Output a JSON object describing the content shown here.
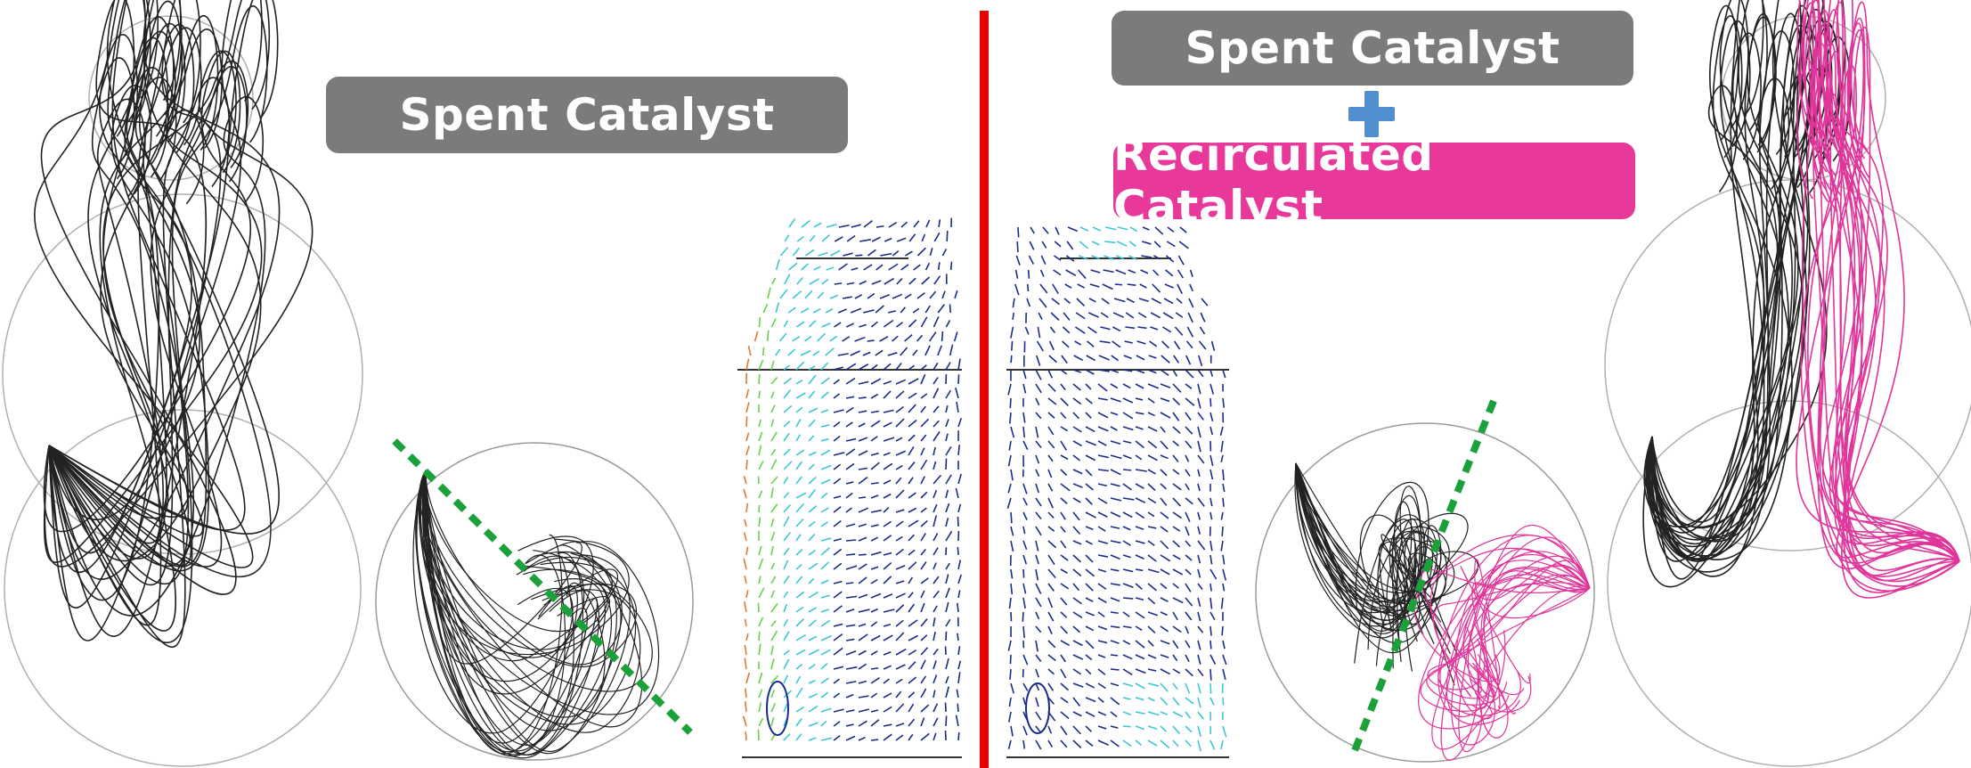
{
  "labels": {
    "left": "Spent Catalyst",
    "right_top": "Spent Catalyst",
    "right_bottom": "Recirculated Catalyst"
  },
  "colors": {
    "label_gray": "#7b7b7b",
    "label_pink": "#e8399a",
    "divider_red": "#e80000",
    "plus_blue": "#4f8fd0",
    "dashed_green": "#1aa13a",
    "streamline_black": "#222222",
    "streamline_pink": "#e0359a",
    "vector_blue": "#1b2b8c",
    "vector_cyan": "#3cc6d6",
    "vector_green": "#6cd14a",
    "vector_orange": "#e07a2a",
    "outline_gray": "#9a9a9a"
  },
  "icons": {
    "plus": "plus-icon"
  }
}
